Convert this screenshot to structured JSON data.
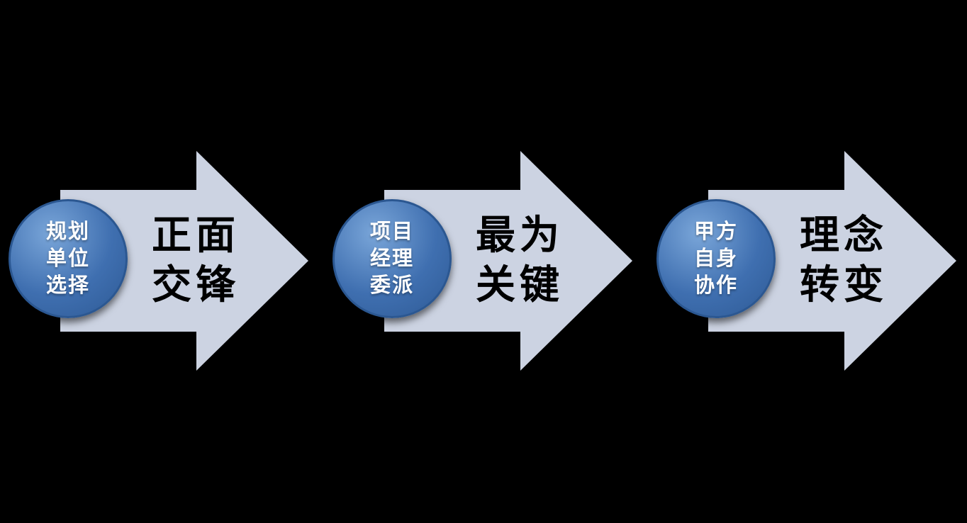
{
  "colors": {
    "background": "#000000",
    "arrow-fill": "#ccd3e2",
    "circle-base": "#3f6fb0",
    "circle-light": "#7aa6d9",
    "circle-dark": "#2e5a95",
    "circle-border": "#2b5791",
    "circle-text": "#ffffff",
    "label-text": "#000000"
  },
  "steps": [
    {
      "circle_lines": [
        "规划",
        "单位",
        "选择"
      ],
      "label_lines": [
        "正面",
        "交锋"
      ]
    },
    {
      "circle_lines": [
        "项目",
        "经理",
        "委派"
      ],
      "label_lines": [
        "最为",
        "关键"
      ]
    },
    {
      "circle_lines": [
        "甲方",
        "自身",
        "协作"
      ],
      "label_lines": [
        "理念",
        "转变"
      ]
    }
  ]
}
